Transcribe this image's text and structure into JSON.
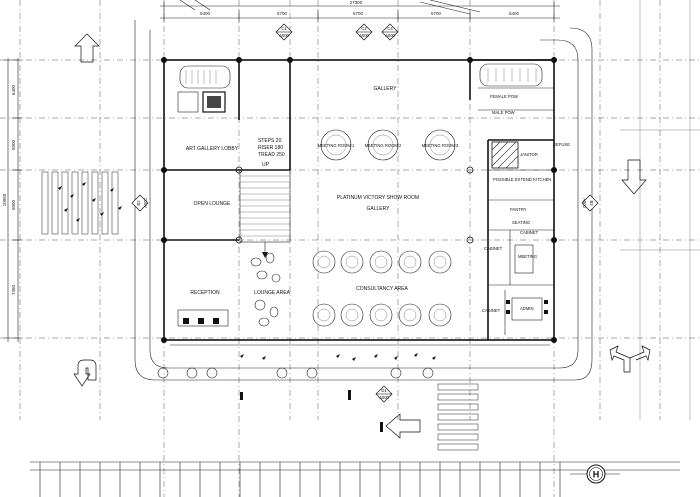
{
  "colors": {
    "ink": "#111111",
    "paper": "#ffffff",
    "grid": "#555555"
  },
  "dimensions": {
    "overall": "27300",
    "top": [
      "5400",
      "5700",
      "5700",
      "5700",
      "5400"
    ],
    "left": [
      "6400",
      "5000",
      "5000",
      "7350"
    ],
    "left_total": "10950"
  },
  "grid_tags": {
    "c1": {
      "num": "C1",
      "ref": "A000"
    },
    "c2": {
      "num": "C2",
      "ref": "A000"
    },
    "c4": {
      "num": "C4",
      "ref": "A000"
    },
    "b2": {
      "num": "B2",
      "ref": "A000"
    },
    "b3": {
      "num": "B3",
      "ref": "A000"
    },
    "d1": {
      "num": "D1",
      "ref": "A000"
    }
  },
  "rooms": {
    "gallery": "GALLERY",
    "art_lobby": "ART GALLERY LOBBY",
    "steps": [
      "STEPS 20",
      "RISER 180",
      "TREAD 250"
    ],
    "up": "UP",
    "meeting1": "MEETING ROOM 1",
    "meeting2": "MEETING ROOM 2",
    "meeting3": "MEETING ROOM 3",
    "showroom": "PLATINUM VICTORY SHOW ROOM",
    "showroom_gallery": "GALLERY",
    "open_lounge": "OPEN LOUNGE",
    "reception": "RECEPTION",
    "lounge_area": "LOUNGE AREA",
    "consultancy": "CONSULTANCY AREA",
    "female": "FEMALE POW",
    "male": "MALE POW",
    "janitor": "JANITOR",
    "refuse": "REFUSE",
    "kitchen": "POSSIBLE EXTEND KITCHEN",
    "pantry": "PANTRY",
    "seating": "SEATING",
    "cabinet_top": "CABINET",
    "cabinet_left": "CABINET",
    "cabinet_low": "CABINET",
    "meeting_small": "MEETING",
    "admin": "ADMIN"
  },
  "marker": "H",
  "icons": [
    "north-arrow-up-icon",
    "arrow-right-icon",
    "arrow-down-icon",
    "arrow-left-icon",
    "u-turn-arrow-icon",
    "split-arrow-icon",
    "h-marker-icon"
  ]
}
